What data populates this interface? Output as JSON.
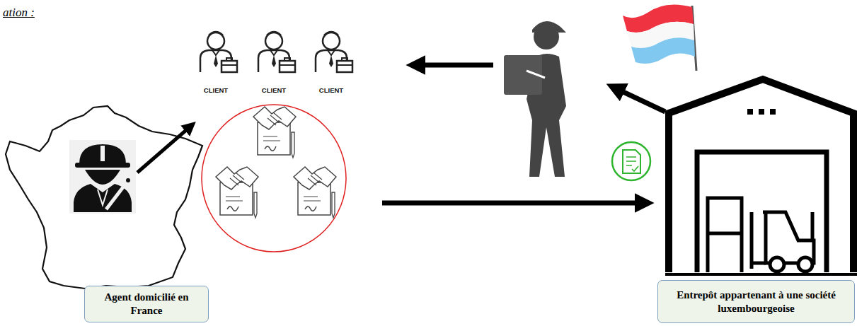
{
  "diagram": {
    "title": "ation :",
    "nodes": [
      {
        "text": [
          "CLIENT"
        ]
      },
      {
        "text": [
          "CLIENT"
        ]
      },
      {
        "text": [
          "CLIENT"
        ]
      },
      {
        "text": [
          "Agent domicilié en France"
        ]
      },
      {
        "text": [
          "Entrepôt appartenant à une société luxembourgeoise"
        ]
      }
    ]
  }
}
